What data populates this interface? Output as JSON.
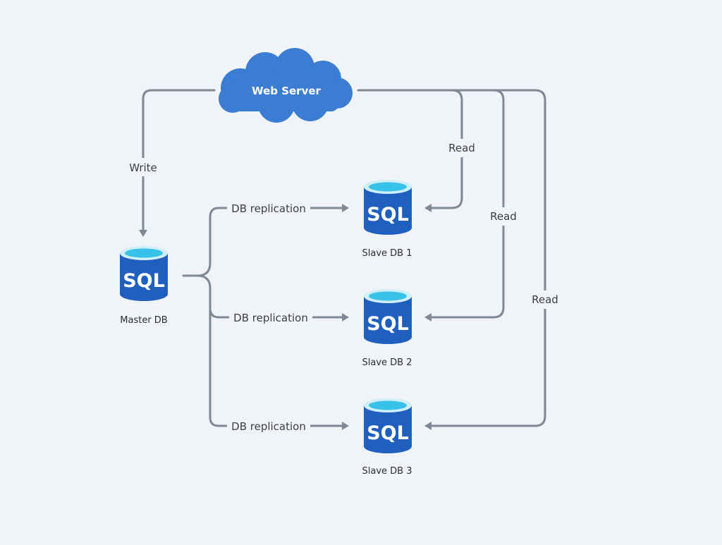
{
  "nodes": {
    "web_server": {
      "label": "Web Server"
    },
    "master_db": {
      "icon_text": "SQL",
      "caption": "Master DB"
    },
    "slave_db_1": {
      "icon_text": "SQL",
      "caption": "Slave DB 1"
    },
    "slave_db_2": {
      "icon_text": "SQL",
      "caption": "Slave DB 2"
    },
    "slave_db_3": {
      "icon_text": "SQL",
      "caption": "Slave DB 3"
    }
  },
  "edges": {
    "write": {
      "label": "Write"
    },
    "replication_1": {
      "label": "DB replication"
    },
    "replication_2": {
      "label": "DB replication"
    },
    "replication_3": {
      "label": "DB replication"
    },
    "read_1": {
      "label": "Read"
    },
    "read_2": {
      "label": "Read"
    },
    "read_3": {
      "label": "Read"
    }
  },
  "colors": {
    "cloud": "#3b7dd2",
    "db_body": "#1f5fbf",
    "db_top": "#7fd0ec",
    "db_inner": "#38c2ea",
    "connector": "#7f8896",
    "background": "#f0f3f7"
  },
  "icons": {
    "cloud": "cloud-icon",
    "database": "sql-database-icon"
  }
}
